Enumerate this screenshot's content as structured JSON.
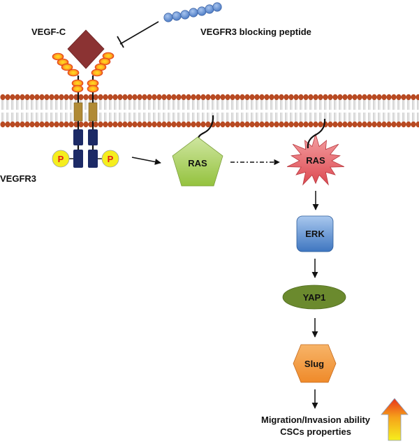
{
  "labels": {
    "ligand": "VEGF-C",
    "receptor": "VEGFR3",
    "peptide": "VEGFR3 blocking peptide",
    "phospho_left": "P",
    "phospho_right": "P",
    "ras_inactive": "RAS",
    "ras_active": "RAS",
    "erk": "ERK",
    "yap1": "YAP1",
    "slug": "Slug",
    "outcome_line1": "Migration/Invasion ability",
    "outcome_line2": "CSCs properties"
  },
  "colors": {
    "membrane_head": "#b84a22",
    "ligand": "#8b3333",
    "ig_domain_outer": "#e8301a",
    "ig_domain_inner": "#ffd21a",
    "tm_domain": "#b08a35",
    "kinase_domain": "#1c2a66",
    "phospho": "#f5ee1e",
    "phospho_text": "#e0201a",
    "peptide_bead": "#6e96d6",
    "ras_inactive": "#a6cd5a",
    "ras_active": "#e8646a",
    "erk": "#4a86cc",
    "yap1": "#6b8a2e",
    "slug": "#f39a3c",
    "up_arrow_top": "#e8331c",
    "up_arrow_bottom": "#f6ef1d"
  },
  "edges": [
    {
      "from": "peptide",
      "to": "ligand",
      "type": "inhibition"
    },
    {
      "from": "receptor",
      "to": "ras_inactive",
      "type": "activation"
    },
    {
      "from": "ras_inactive",
      "to": "ras_active",
      "type": "indirect"
    },
    {
      "from": "ras_active",
      "to": "erk",
      "type": "activation"
    },
    {
      "from": "erk",
      "to": "yap1",
      "type": "activation"
    },
    {
      "from": "yap1",
      "to": "slug",
      "type": "activation"
    },
    {
      "from": "slug",
      "to": "outcome",
      "type": "activation"
    }
  ],
  "outcome_trend": "increase"
}
